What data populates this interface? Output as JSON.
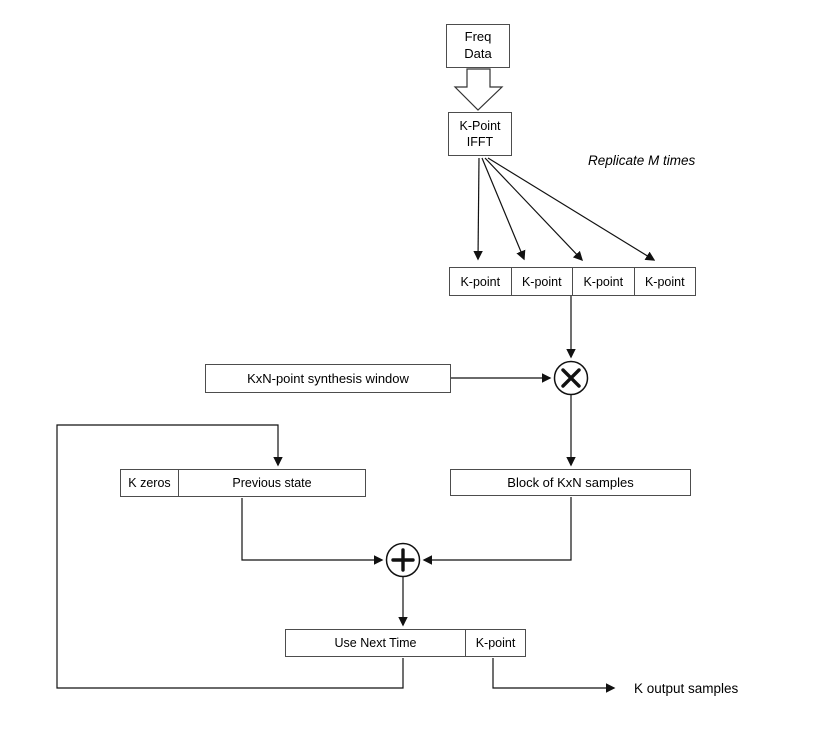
{
  "diagram": {
    "freq_data_box": {
      "line1": "Freq",
      "line2": "Data"
    },
    "ifft_box": {
      "line1": "K-Point",
      "line2": "IFFT"
    },
    "replicate_note": "Replicate M times",
    "ifft_output_cells": [
      {
        "label": "K-point"
      },
      {
        "label": "K-point"
      },
      {
        "label": "K-point"
      },
      {
        "label": "K-point"
      }
    ],
    "synthesis_window_box": {
      "label": "KxN-point synthesis window"
    },
    "block_samples_box": {
      "label": "Block of KxN samples"
    },
    "state_box": {
      "k_zeros_label": "K zeros",
      "previous_state_label": "Previous state"
    },
    "next_time_box": {
      "use_next_time_label": "Use Next Time",
      "k_point_label": "K-point"
    },
    "output_caption": "K output samples",
    "operators": {
      "multiply_icon": "circled-times",
      "plus_icon": "circled-plus"
    }
  },
  "colors": {
    "background": "#ffffff",
    "line": "#111111",
    "box_border": "#4d4d4d",
    "text": "#000000"
  }
}
